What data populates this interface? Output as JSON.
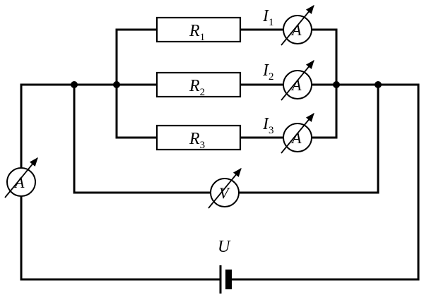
{
  "resistors": [
    {
      "symbol": "R",
      "index": "1"
    },
    {
      "symbol": "R",
      "index": "2"
    },
    {
      "symbol": "R",
      "index": "3"
    }
  ],
  "branch_currents": [
    {
      "symbol": "I",
      "index": "1"
    },
    {
      "symbol": "I",
      "index": "2"
    },
    {
      "symbol": "I",
      "index": "3"
    }
  ],
  "meters": {
    "ammeter": "A",
    "voltmeter": "V"
  },
  "source": {
    "label": "U"
  }
}
